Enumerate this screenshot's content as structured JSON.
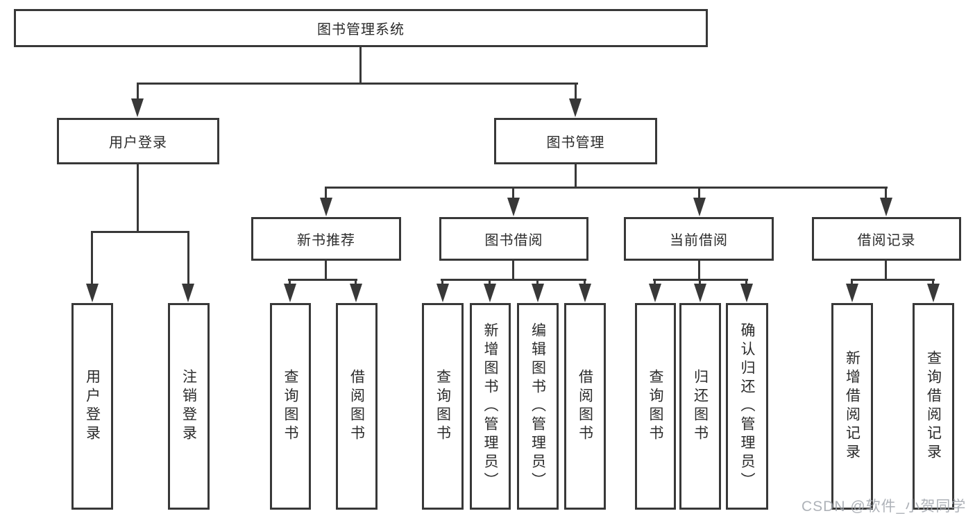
{
  "diagram": {
    "root": {
      "label": "图书管理系统"
    },
    "branches": [
      {
        "label": "用户登录",
        "children": [
          {
            "label": "用户登录"
          },
          {
            "label": "注销登录"
          }
        ]
      },
      {
        "label": "图书管理",
        "children": [
          {
            "label": "新书推荐",
            "children": [
              {
                "label": "查询图书"
              },
              {
                "label": "借阅图书"
              }
            ]
          },
          {
            "label": "图书借阅",
            "children": [
              {
                "label": "查询图书"
              },
              {
                "label": "新增图书（管理员）"
              },
              {
                "label": "编辑图书（管理员）"
              },
              {
                "label": "借阅图书"
              }
            ]
          },
          {
            "label": "当前借阅",
            "children": [
              {
                "label": "查询图书"
              },
              {
                "label": "归还图书"
              },
              {
                "label": "确认归还（管理员）"
              }
            ]
          },
          {
            "label": "借阅记录",
            "children": [
              {
                "label": "新增借阅记录"
              },
              {
                "label": "查询借阅记录"
              }
            ]
          }
        ]
      }
    ]
  },
  "watermark": {
    "text": "CSDN @软件_小贺同学"
  },
  "colors": {
    "line": "#383838",
    "text": "#2b2b2b",
    "background": "#ffffff",
    "watermark": "#a0a5ab"
  }
}
